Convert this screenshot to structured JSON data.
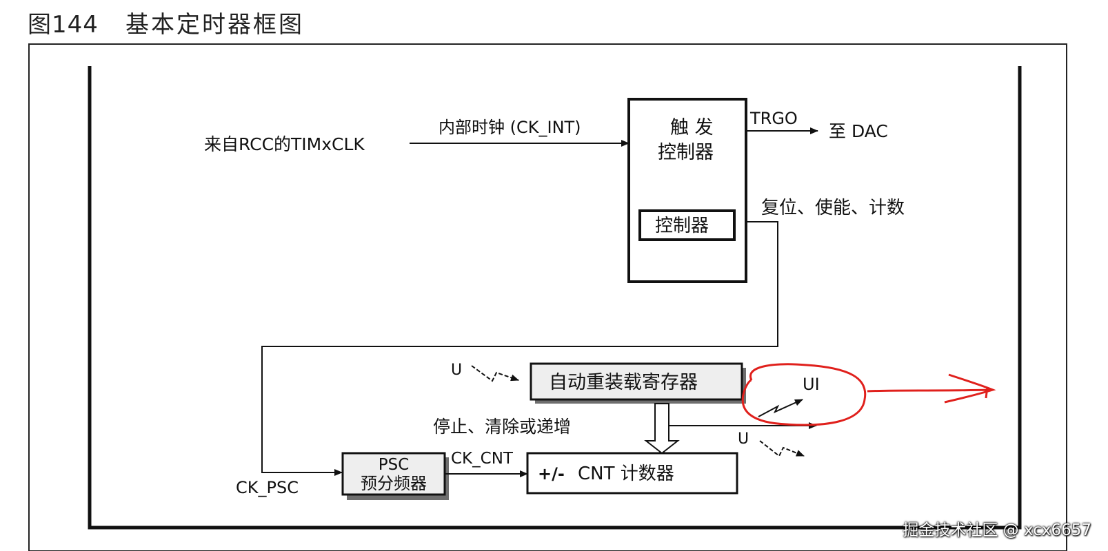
{
  "figure": {
    "number": "图144",
    "title": "基本定时器框图"
  },
  "labels": {
    "rcc_source": "来自RCC的TIMxCLK",
    "internal_clock": "内部时钟 (CK_INT)",
    "trigger_controller_line1": "触 发",
    "trigger_controller_line2": "控制器",
    "inner_controller": "控制器",
    "trgo": "TRGO",
    "to_dac": "至 DAC",
    "reset_enable_count": "复位、使能、计数",
    "u_top": "U",
    "auto_reload": "自动重装载寄存器",
    "ui": "UI",
    "stop_clear": "停止、清除或递增",
    "u_right": "U",
    "psc_line1": "PSC",
    "psc_line2": "预分频器",
    "ck_cnt": "CK_CNT",
    "ck_psc": "CK_PSC",
    "counter_sign": "+/-",
    "counter_name": "CNT 计数器"
  },
  "watermark": "掘金技术社区 @ xcx6657",
  "colors": {
    "line": "#111111",
    "box_shadow": "#6e6e6e",
    "box_fill_gray": "#eeeeee",
    "annotation_red": "#e0201c"
  }
}
